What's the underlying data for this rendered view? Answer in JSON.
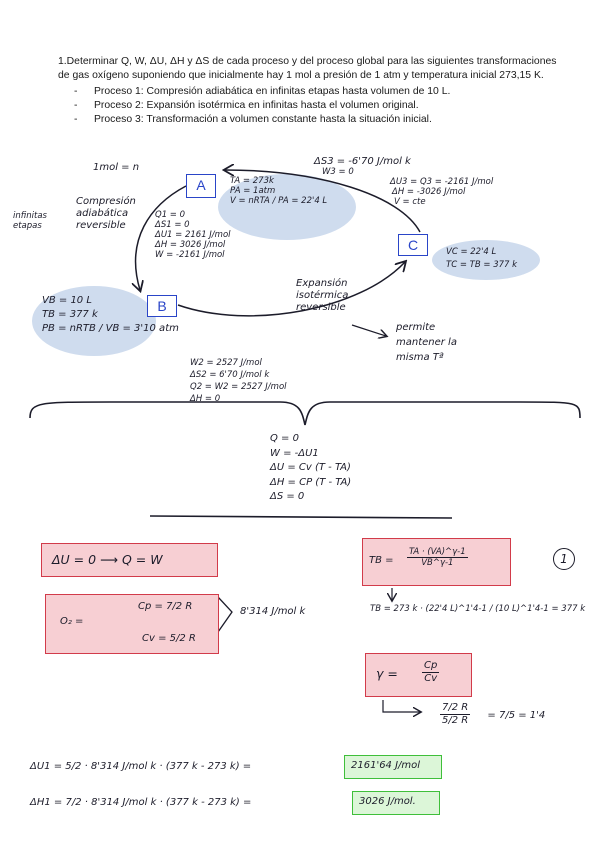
{
  "problem": {
    "statement": "1.Determinar Q, W, ΔU, ΔH y ΔS de cada proceso y del proceso global para las siguientes transformaciones de gas oxígeno suponiendo que inicialmente hay 1 mol a presión de 1 atm y temperatura inicial 273,15 K.",
    "processes": [
      "Proceso 1: Compresión adiabática en infinitas etapas hasta volumen de 10 L.",
      "Proceso 2: Expansión isotérmica en infinitas hasta el volumen original.",
      "Proceso 3: Transformación a volumen constante hasta la situación inicial."
    ]
  },
  "notes": {
    "mol": "1mol = n",
    "process1_label": [
      "Compresión",
      "adiabática",
      "reversible"
    ],
    "infinite_steps": [
      "infinitas",
      "etapas"
    ],
    "process2_label": [
      "Expansión",
      "isotérmica",
      "reversible"
    ],
    "keeps_T": [
      "permite",
      "mantener la",
      "misma Tª"
    ]
  },
  "states": {
    "A": {
      "label": "A",
      "lines": [
        "TA = 273k",
        "PA = 1atm",
        "V = nRTA / PA = 22'4 L"
      ]
    },
    "B": {
      "label": "B",
      "lines": [
        "VB = 10 L",
        "TB = 377 k",
        "PB = nRTB / VB = 3'10 atm"
      ]
    },
    "C": {
      "label": "C",
      "lines": [
        "VC = 22'4 L",
        "TC = TB = 377 k"
      ]
    }
  },
  "process1_values": [
    "Q1 = 0",
    "ΔS1 = 0",
    "ΔU1 = 2161 J/mol",
    "ΔH = 3026 J/mol",
    "W = -2161 J/mol"
  ],
  "process3_values": [
    "ΔS3 = -6'70 J/mol k",
    "W3 = 0",
    "ΔU3 = Q3 = -2161 J/mol",
    "ΔH = -3026 J/mol",
    "V = cte"
  ],
  "process2_values": [
    "W2 = 2527 J/mol",
    "ΔS2 = 6'70 J/mol k",
    "Q2 = W2 = 2527 J/mol",
    "ΔH = 0"
  ],
  "adiabatic_summary": [
    "Q = 0",
    "W = -ΔU1",
    "ΔU = Cv (T - TA)",
    "ΔH = CP (T - TA)",
    "ΔS = 0"
  ],
  "boxes": {
    "dU": "ΔU = 0  ⟶  Q = W",
    "O2_label": "O₂ =",
    "cp": "Cp = 7/2 R",
    "cv": "Cv = 5/2 R",
    "R": "8'314 J/mol k",
    "TB_formula_left": "TB =",
    "TB_formula_num": "TA · (VA)^γ-1",
    "TB_formula_den": "VB^γ-1",
    "circle_num": "1",
    "TB_calc": "TB = 273 k · (22'4 L)^1'4-1 / (10 L)^1'4-1 = 377 k",
    "gamma_left": "γ =",
    "gamma_num": "Cp",
    "gamma_den": "Cv",
    "gamma_calc_num": "7/2 R",
    "gamma_calc_den": "5/2 R",
    "gamma_result": "= 7/5 = 1'4"
  },
  "final": {
    "dU_expr": "ΔU1 = 5/2 · 8'314 J/mol k · (377 k - 273 k) =",
    "dU_result": "2161'64 J/mol",
    "dH_expr": "ΔH1 = 7/2 · 8'314 J/mol k · (377 k - 273 k) =",
    "dH_result": "3026 J/mol."
  },
  "colors": {
    "blob": "#cfdcee",
    "state_border": "#2a45c8",
    "pink": "#f7cfd3",
    "red_border": "#d23b4a",
    "green": "#3fbf3a"
  }
}
